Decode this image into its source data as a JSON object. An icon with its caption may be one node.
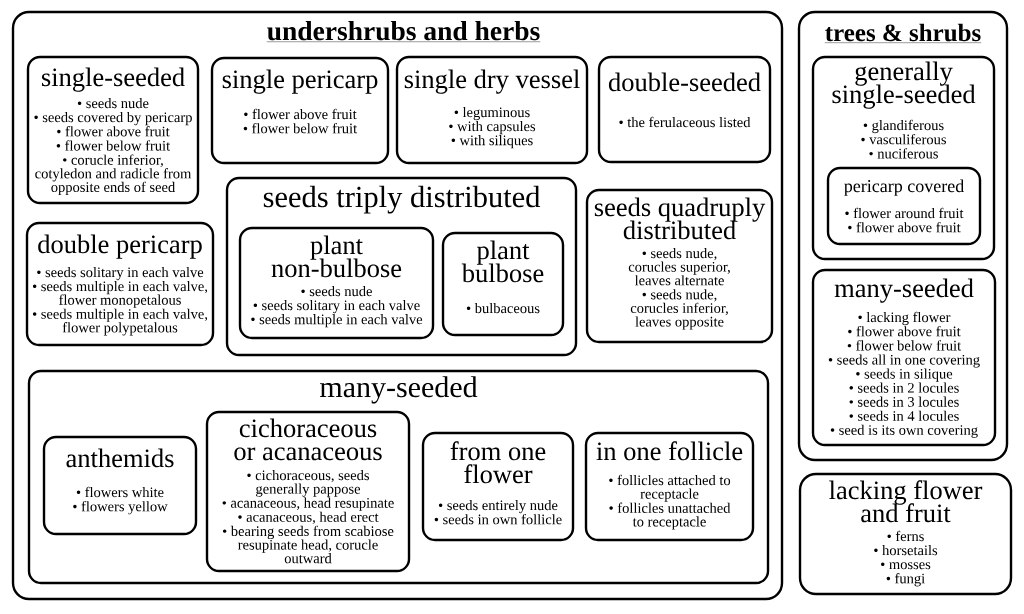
{
  "diagram": {
    "nodes": [
      {
        "text": [
          "undershrubs and herbs"
        ]
      },
      {
        "text": [
          "single-seeded",
          "• seeds nude",
          "• seeds covered by pericarp",
          "• flower above fruit",
          "• flower below fruit",
          "• corucle inferior, cotyledon and radicle from opposite ends of seed"
        ],
        "in": 0
      },
      {
        "text": [
          "single pericarp",
          "• flower above fruit",
          "• flower below fruit"
        ],
        "in": 0
      },
      {
        "text": [
          "single dry vessel",
          "• leguminous",
          "• with capsules",
          "• with siliques"
        ],
        "in": 0
      },
      {
        "text": [
          "double-seeded",
          "• the ferulaceous listed"
        ],
        "in": 0
      },
      {
        "text": [
          "double pericarp",
          "• seeds solitary in each valve",
          "• seeds multiple in each valve, flower monopetalous",
          "• seeds multiple in each valve, flower polypetalous"
        ],
        "in": 0
      },
      {
        "text": [
          "seeds triply distributed"
        ],
        "in": 0
      },
      {
        "text": [
          "plant non-bulbose",
          "• seeds nude",
          "• seeds solitary in each valve",
          "• seeds multiple in each valve"
        ],
        "in": 6
      },
      {
        "text": [
          "plant bulbose",
          "• bulbaceous"
        ],
        "in": 6
      },
      {
        "text": [
          "seeds quadruply distributed",
          "• seeds nude, corucles superior, leaves alternate",
          "• seeds nude, corucles inferior, leaves opposite"
        ],
        "in": 0
      },
      {
        "text": [
          "many-seeded"
        ],
        "in": 0
      },
      {
        "text": [
          "anthemids",
          "• flowers white",
          "• flowers yellow"
        ],
        "in": 10
      },
      {
        "text": [
          "cichoraceous or acanaceous",
          "• cichoraceous, seeds generally pappose",
          "• acanaceous, head resupinate",
          "• acanaceous, head erect",
          "• bearing seeds from scabiose resupinate head, corucle outward"
        ],
        "in": 10
      },
      {
        "text": [
          "from one flower",
          "• seeds entirely nude",
          "• seeds in own follicle"
        ],
        "in": 10
      },
      {
        "text": [
          "in one follicle",
          "• follicles attached to receptacle",
          "• follicles unattached to receptacle"
        ],
        "in": 10
      },
      {
        "text": [
          "trees & shrubs"
        ]
      },
      {
        "text": [
          "generally single-seeded",
          "• glandiferous",
          "• vasculiferous",
          "• nuciferous"
        ],
        "in": 15
      },
      {
        "text": [
          "pericarp covered",
          "• flower around fruit",
          "• flower above fruit"
        ],
        "in": 16
      },
      {
        "text": [
          "many-seeded",
          "• lacking flower",
          "• flower above fruit",
          "• flower below fruit",
          "• seeds all in one covering",
          "• seeds in silique",
          "• seeds in 2 locules",
          "• seeds in 3 locules",
          "• seeds in 4 locules",
          "• seed is its own covering"
        ],
        "in": 15
      },
      {
        "text": [
          "lacking flower and fruit",
          "• ferns",
          "• horsetails",
          "• mosses",
          "• fungi"
        ]
      }
    ]
  }
}
